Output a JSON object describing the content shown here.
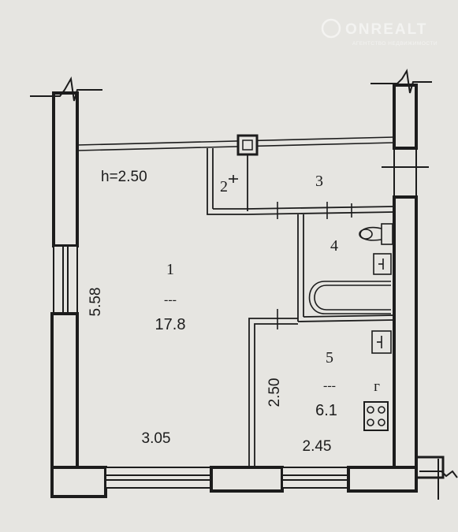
{
  "watermark": {
    "brand": "ONREALT",
    "tagline": "АГЕНТСТВО НЕДВИЖИМОСТИ"
  },
  "ceiling_height": "h=2.50",
  "rooms": [
    {
      "id": "1",
      "label": "1",
      "separator": "---",
      "area": "17.8"
    },
    {
      "id": "2",
      "label": "2"
    },
    {
      "id": "3",
      "label": "3"
    },
    {
      "id": "4",
      "label": "4"
    },
    {
      "id": "5",
      "label": "5",
      "separator": "---",
      "area": "6.1"
    }
  ],
  "dimensions": {
    "room1_length": "5.58",
    "room1_width": "3.05",
    "room5_length": "2.50",
    "room5_width": "2.45"
  },
  "stove_marker": "г",
  "colors": {
    "paper": "#e6e5e1",
    "ink": "#1c1c1c",
    "wall_fill": "#e6e5e1"
  }
}
